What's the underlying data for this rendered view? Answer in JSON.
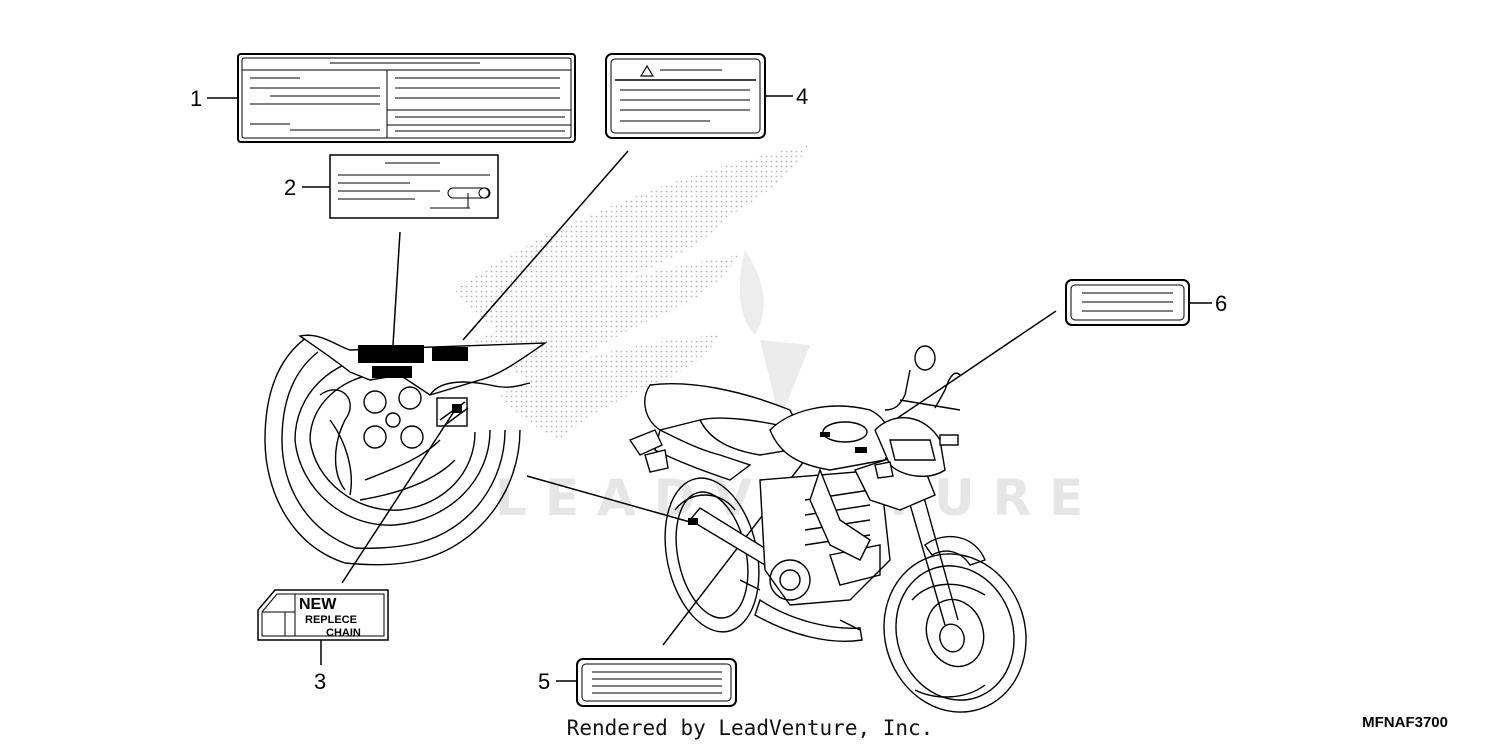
{
  "callouts": {
    "c1": "1",
    "c2": "2",
    "c3": "3",
    "c4": "4",
    "c5": "5",
    "c6": "6"
  },
  "chain_label": {
    "line1": "NEW",
    "line2": "REPLECE",
    "line3": "CHAIN"
  },
  "watermark": {
    "text": "LEADVENTURE"
  },
  "footer": {
    "rendered_by": "Rendered by LeadVenture, Inc.",
    "diagram_code": "MFNAF3700"
  }
}
